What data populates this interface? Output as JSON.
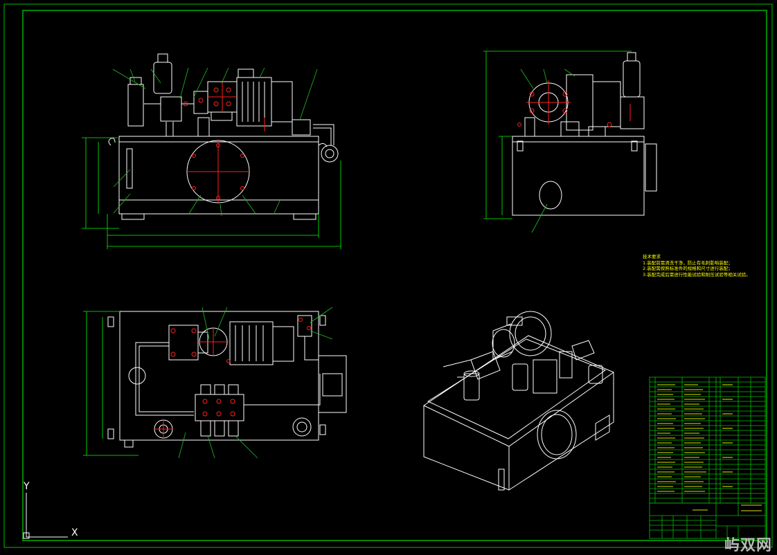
{
  "drawing": {
    "background": "#000000",
    "colors": {
      "frame": "#00c000",
      "outline": "#ffffff",
      "center": "#ff2020",
      "dimension": "#00ff00",
      "leader": "#20c020",
      "text": "#ffff00",
      "table": "#00c000"
    }
  },
  "notes": {
    "title": "技术要求",
    "items": [
      "1.装配前需清洗干净，防止有毛刺影响装配；",
      "2.装配需按照标准件的规格和尺寸进行装配；",
      "3.装配完成后需进行性能试验和耐压试验等相关试验。"
    ]
  },
  "axis_icon": {
    "y_label": "Y",
    "x_label": "X"
  },
  "watermark": {
    "text": "屿双网"
  }
}
